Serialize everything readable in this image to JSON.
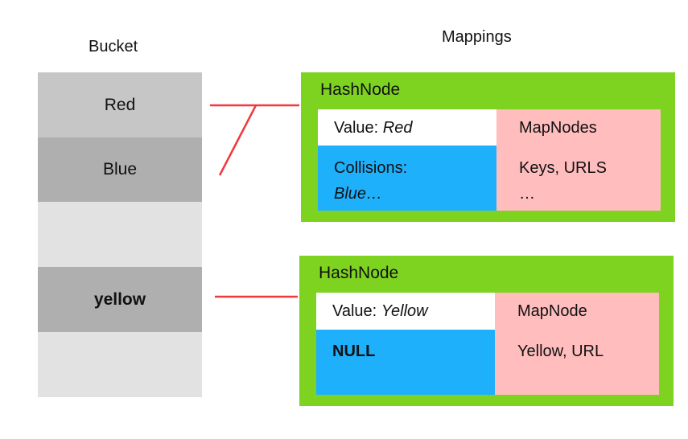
{
  "bucket_heading": "Bucket",
  "mappings_heading": "Mappings",
  "buckets": [
    "Red",
    "Blue",
    "",
    "yellow",
    ""
  ],
  "hashnodes": [
    {
      "title": "HashNode",
      "value_label": "Value:",
      "value": "Red",
      "collisions_label": "Collisions:",
      "collisions_value": "Blue…",
      "map_label": "MapNodes",
      "map_line1": "Keys, URLS",
      "map_line2": "…"
    },
    {
      "title": "HashNode",
      "value_label": "Value:",
      "value": "Yellow",
      "collision_text": "NULL",
      "map_label": "MapNode",
      "map_line1": "Yellow, URL"
    }
  ],
  "colors": {
    "hashnode_bg": "#7ed321",
    "collision_bg": "#1eb0fb",
    "mapnode_bg": "#ffbdbd",
    "link_line": "#f0393b"
  }
}
